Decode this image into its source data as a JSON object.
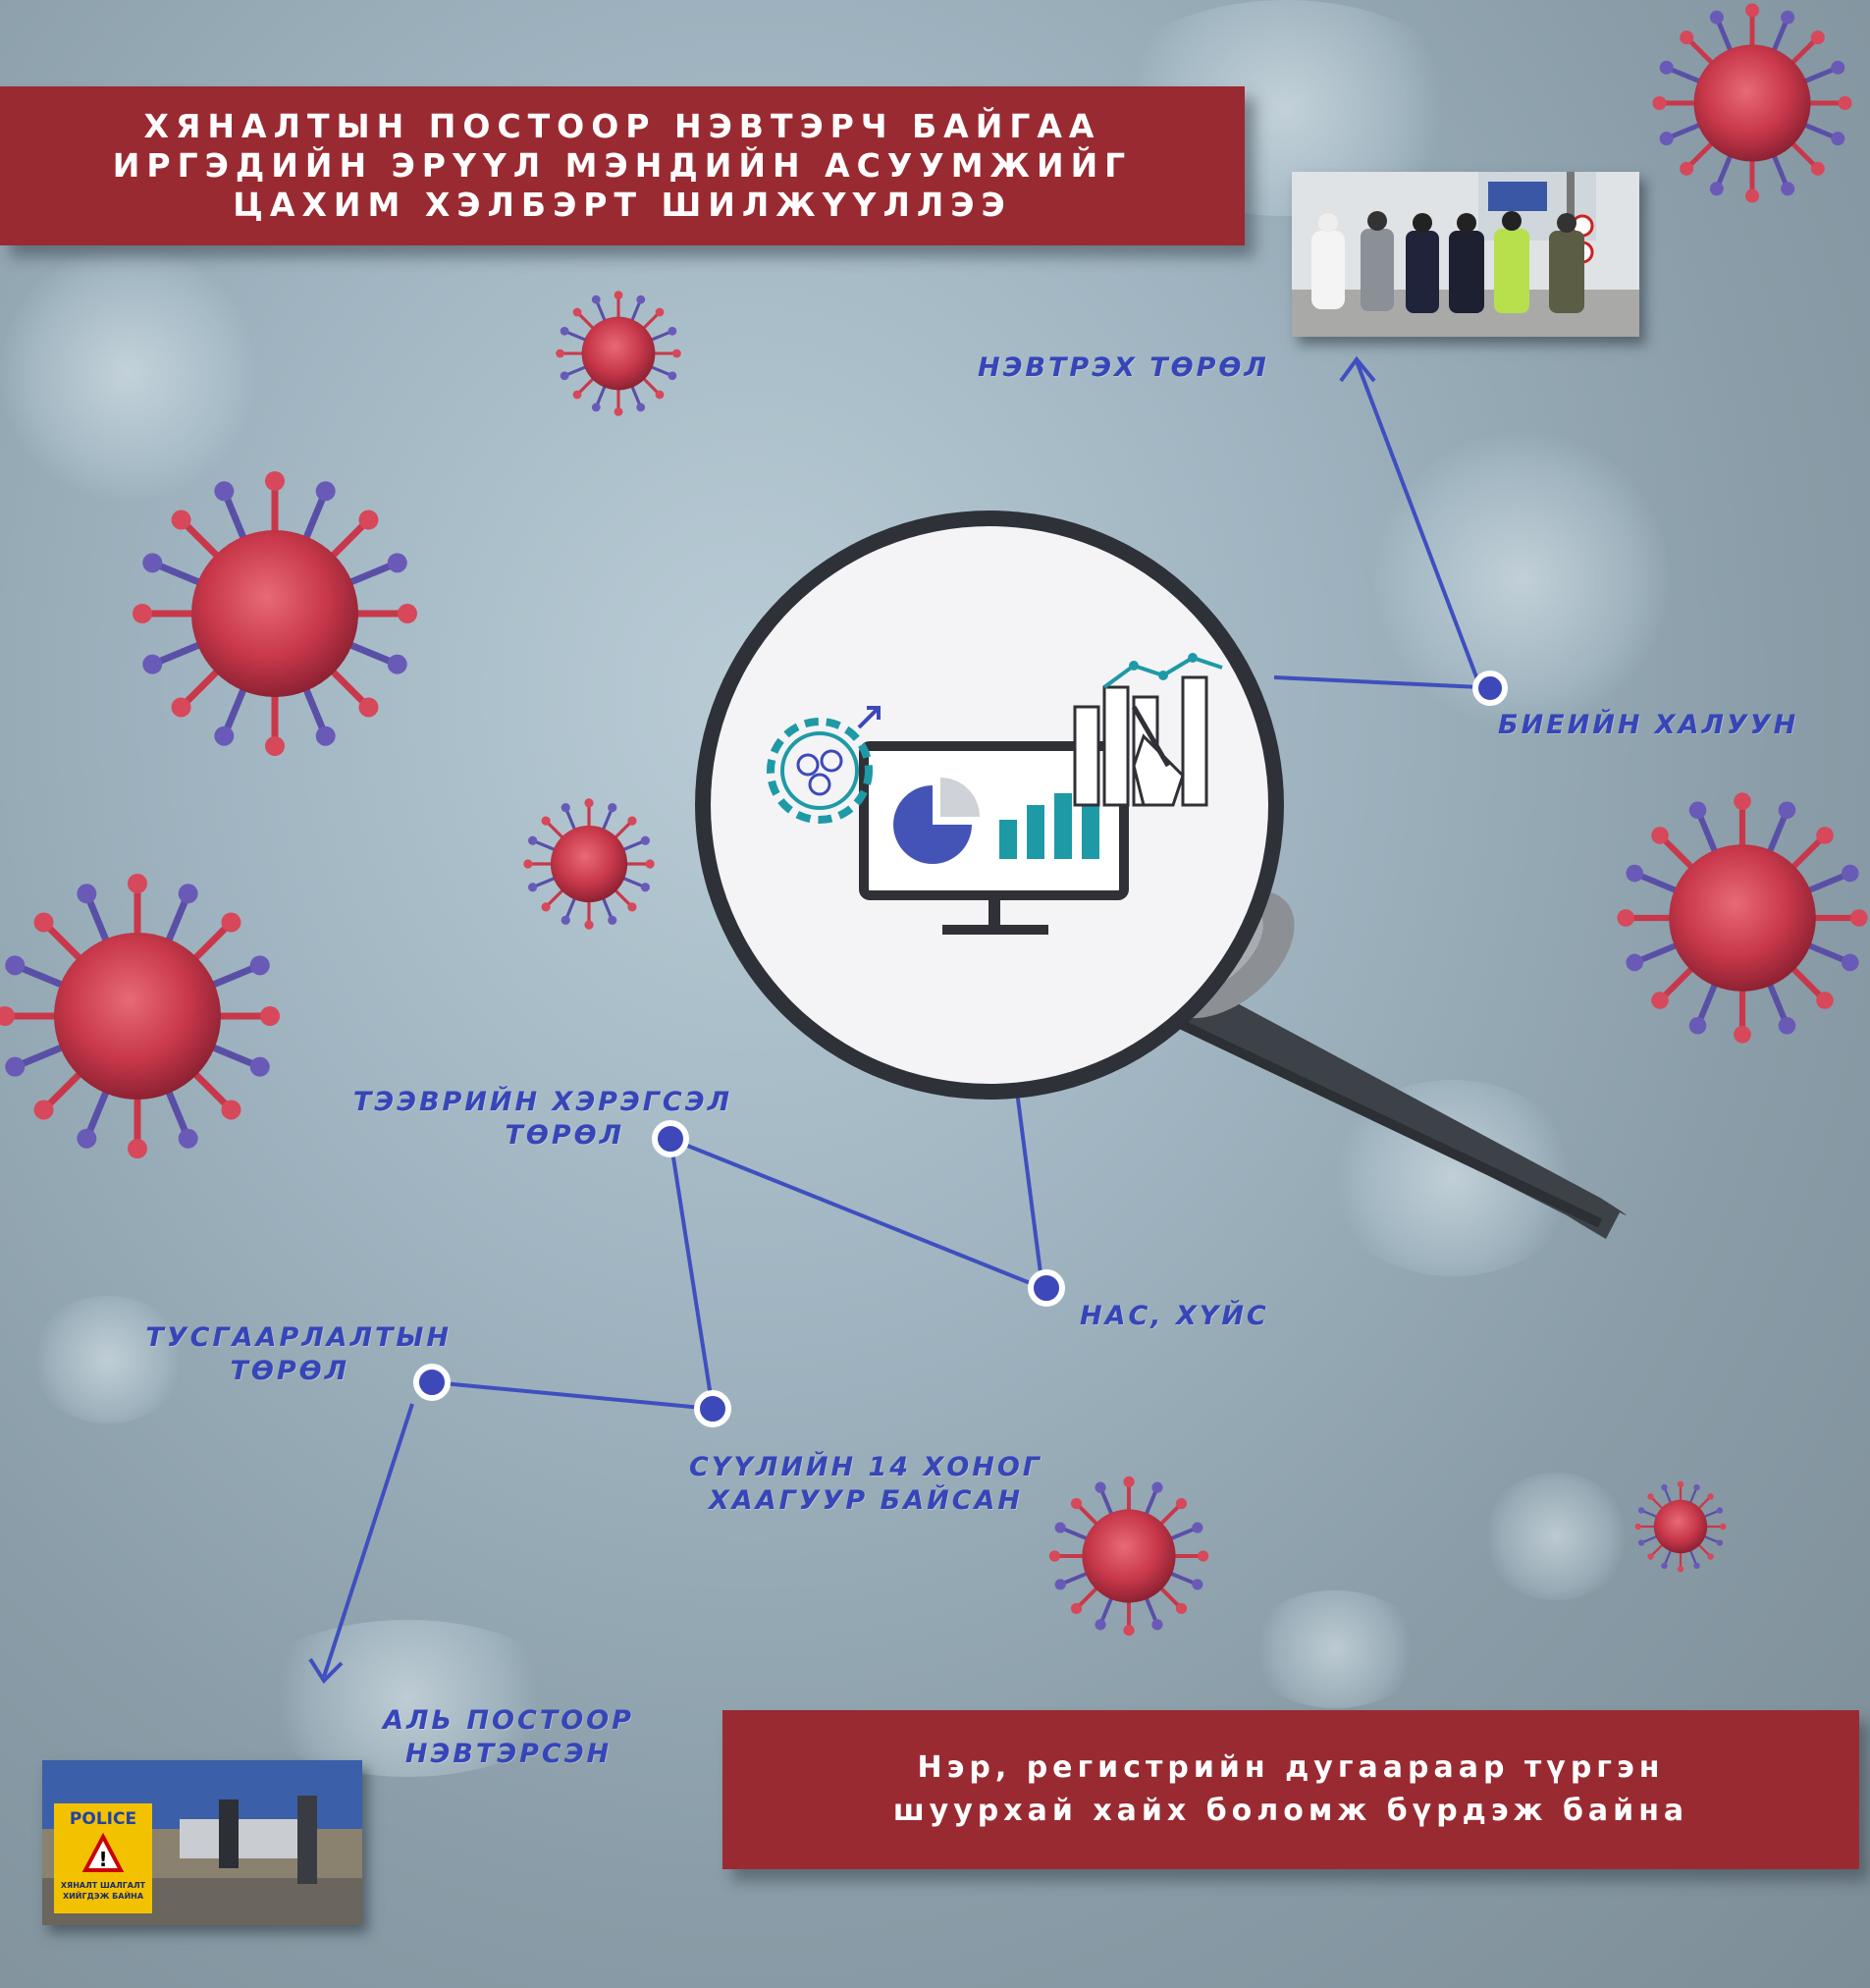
{
  "header": {
    "lines": [
      "ХЯНАЛТЫН ПОСТООР НЭВТЭРЧ БАЙГАА",
      "ИРГЭДИЙН ЭРҮҮЛ МЭНДИЙН АСУУМЖИЙГ",
      "ЦАХИМ ХЭЛБЭРТ ШИЛЖҮҮЛЛЭЭ"
    ]
  },
  "footer": {
    "lines": [
      "Нэр, регистрийн дугаараар түргэн",
      "шуурхай хайх боломж бүрдэж байна"
    ]
  },
  "labels": {
    "entry_type": "НЭВТРЭХ ТӨРӨЛ",
    "body_temperature": "БИЕИЙН ХАЛУУН",
    "vehicle_type": [
      "ТЭЭВРИЙН ХЭРЭГСЭЛ",
      "ТӨРӨЛ"
    ],
    "age_sex": "НАС, ХҮЙС",
    "isolation_type": [
      "ТУСГААРЛАЛТЫН",
      "ТӨРӨЛ"
    ],
    "last_14_days": [
      "СҮҮЛИЙН 14 ХОНОГ",
      "ХААГУУР БАЙСАН"
    ],
    "which_post": [
      "АЛЬ ПОСТООР",
      "НЭВТЭРСЭН"
    ]
  },
  "photo_bottom": {
    "sign_title": "POLICE",
    "sign_text": [
      "ХЯНАЛТ ШАЛГАЛТ",
      "ХИЙГДЭЖ БАЙНА"
    ]
  },
  "colors": {
    "banner": "#9a2a31",
    "label": "#3645b8",
    "line": "#3f4fbf",
    "virus": "#c8384a"
  },
  "icons": [
    "virus-icon",
    "magnifier-icon",
    "monitor-chart-icon",
    "gear-icon",
    "bar-chart-hand-icon"
  ]
}
